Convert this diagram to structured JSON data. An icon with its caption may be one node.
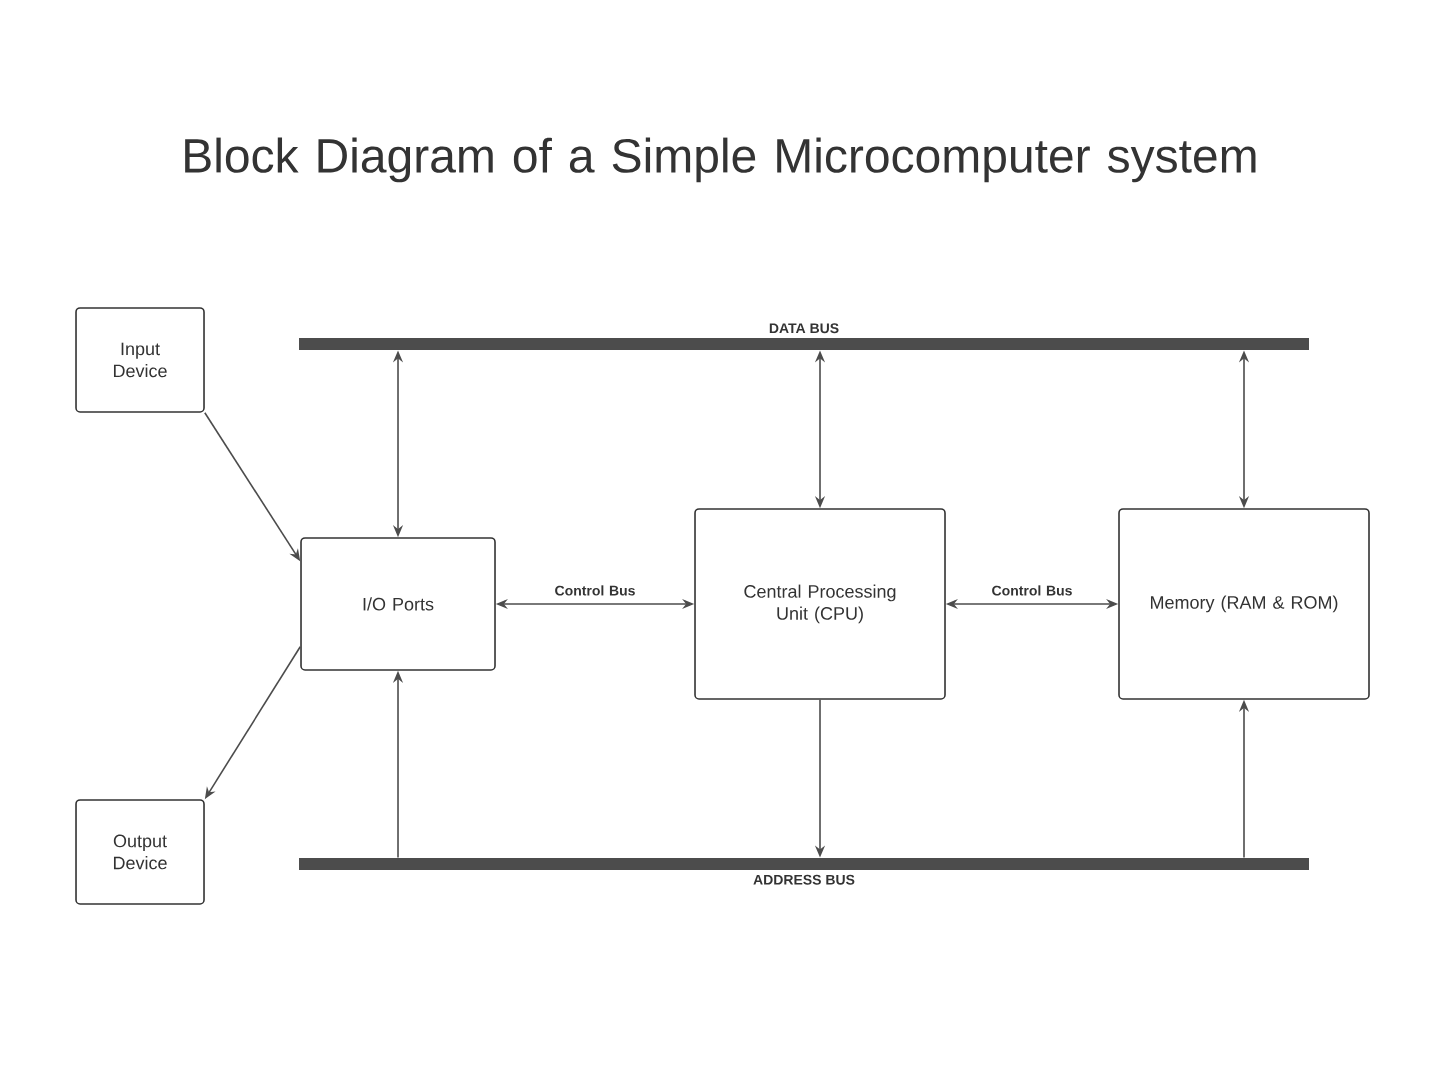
{
  "diagram": {
    "title": "Block Diagram of a Simple Microcomputer system",
    "nodes": [
      {
        "text": [
          "Input Device"
        ]
      },
      {
        "text": [
          "Output Device"
        ]
      },
      {
        "text": [
          "DATA BUS"
        ]
      },
      {
        "text": [
          "I/O Ports"
        ]
      },
      {
        "text": [
          "Central Processing Unit (CPU)"
        ]
      },
      {
        "text": [
          "Memory (RAM & ROM)"
        ]
      },
      {
        "text": [
          "ADDRESS BUS"
        ]
      }
    ],
    "edges": [
      {
        "from": 0,
        "to": 3,
        "arrow": "to"
      },
      {
        "from": 3,
        "to": 1,
        "arrow": "to"
      },
      {
        "from": 2,
        "to": 3,
        "arrow": "both"
      },
      {
        "from": 6,
        "to": 3,
        "arrow": "to"
      },
      {
        "from": 3,
        "to": 4,
        "arrow": "both",
        "label": "Control Bus"
      },
      {
        "from": 2,
        "to": 4,
        "arrow": "both"
      },
      {
        "from": 4,
        "to": 6,
        "arrow": "to"
      },
      {
        "from": 4,
        "to": 5,
        "arrow": "both",
        "label": "Control Bus"
      },
      {
        "from": 2,
        "to": 5,
        "arrow": "both"
      },
      {
        "from": 6,
        "to": 5,
        "arrow": "to"
      }
    ]
  }
}
